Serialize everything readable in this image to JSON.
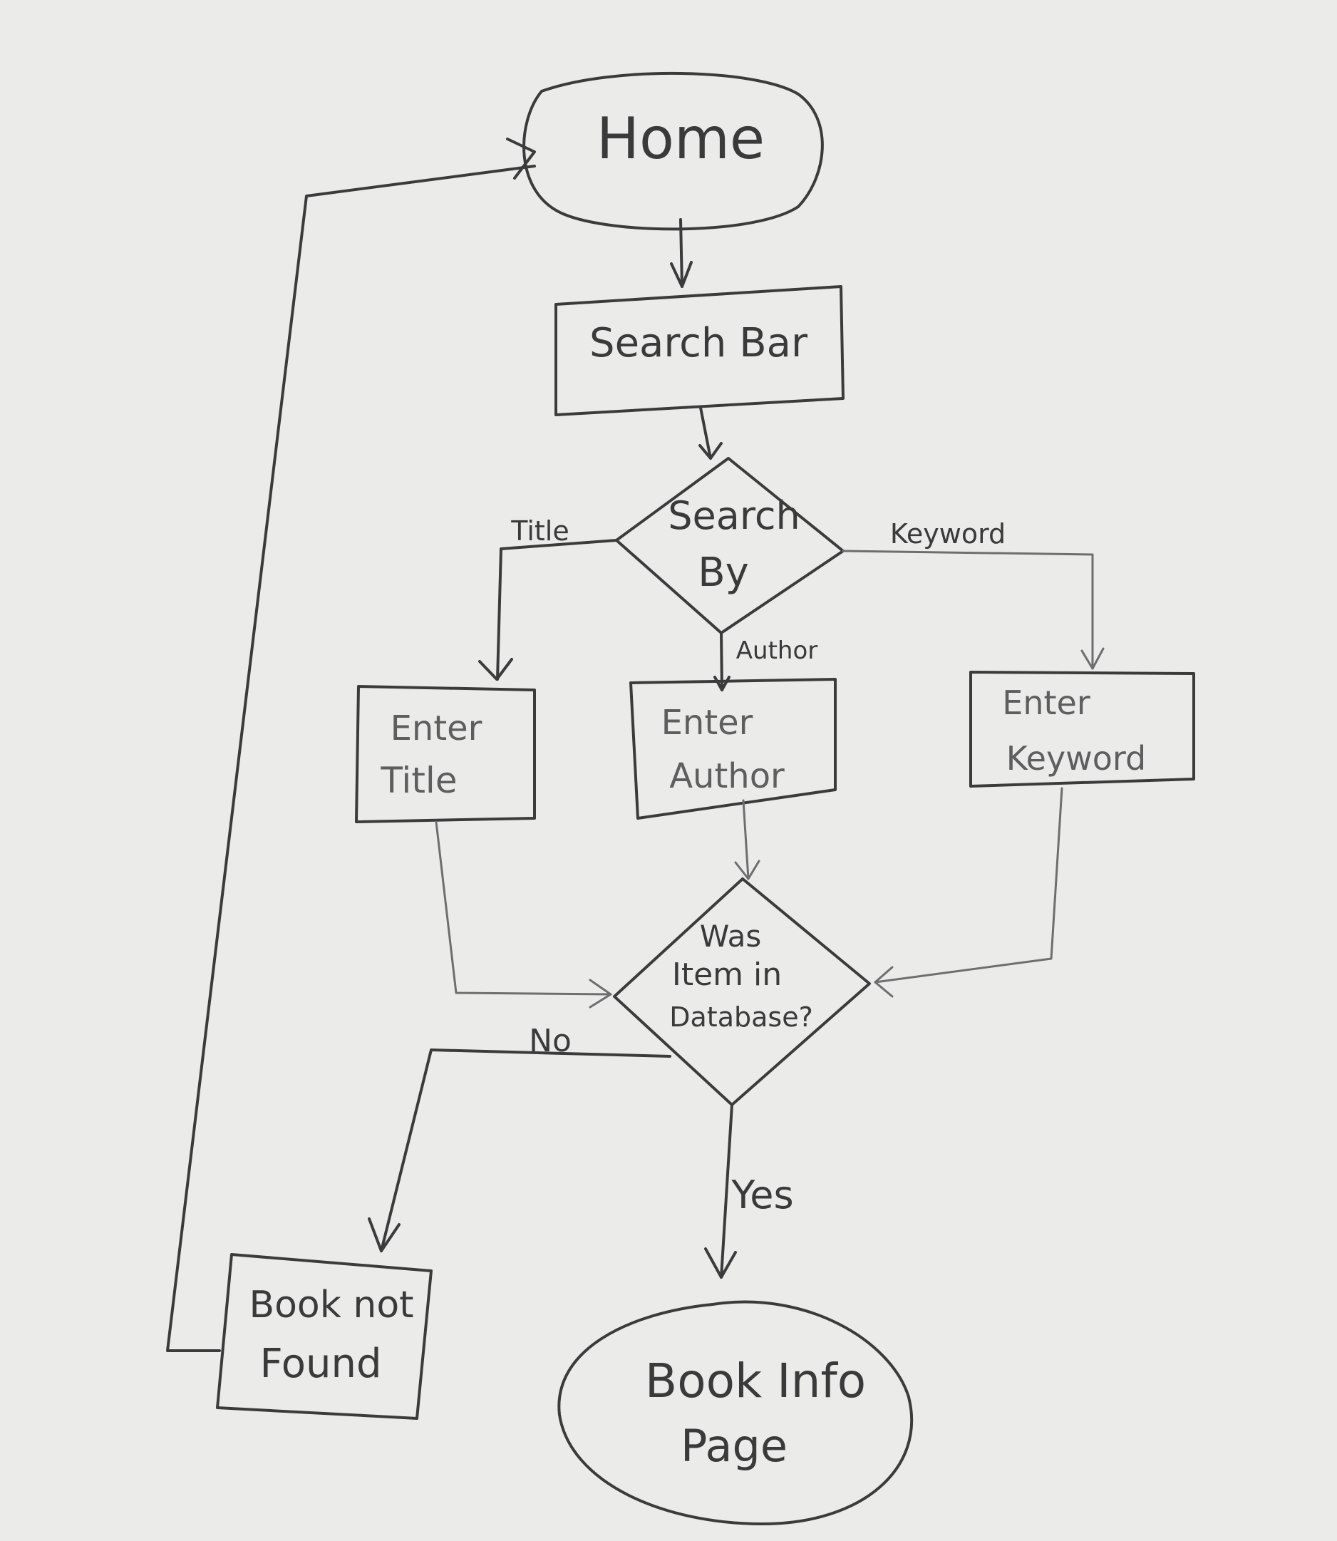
{
  "nodes": {
    "home": "Home",
    "search_bar": "Search Bar",
    "search_by": [
      "Search",
      "By"
    ],
    "enter_title": [
      "Enter",
      "Title"
    ],
    "enter_author": [
      "Enter",
      "Author"
    ],
    "enter_keyword": [
      "Enter",
      "Keyword"
    ],
    "was_item": [
      "Was",
      "Item in",
      "Database?"
    ],
    "book_not_found": [
      "Book not",
      "Found"
    ],
    "book_info_page": [
      "Book Info",
      "Page"
    ]
  },
  "edge_labels": {
    "title": "Title",
    "author": "Author",
    "keyword": "Keyword",
    "no": "No",
    "yes": "Yes"
  },
  "colors": {
    "paper": "#ebebea",
    "pencil": "#3b3b3b",
    "pencil_light": "#6e6e6e"
  }
}
